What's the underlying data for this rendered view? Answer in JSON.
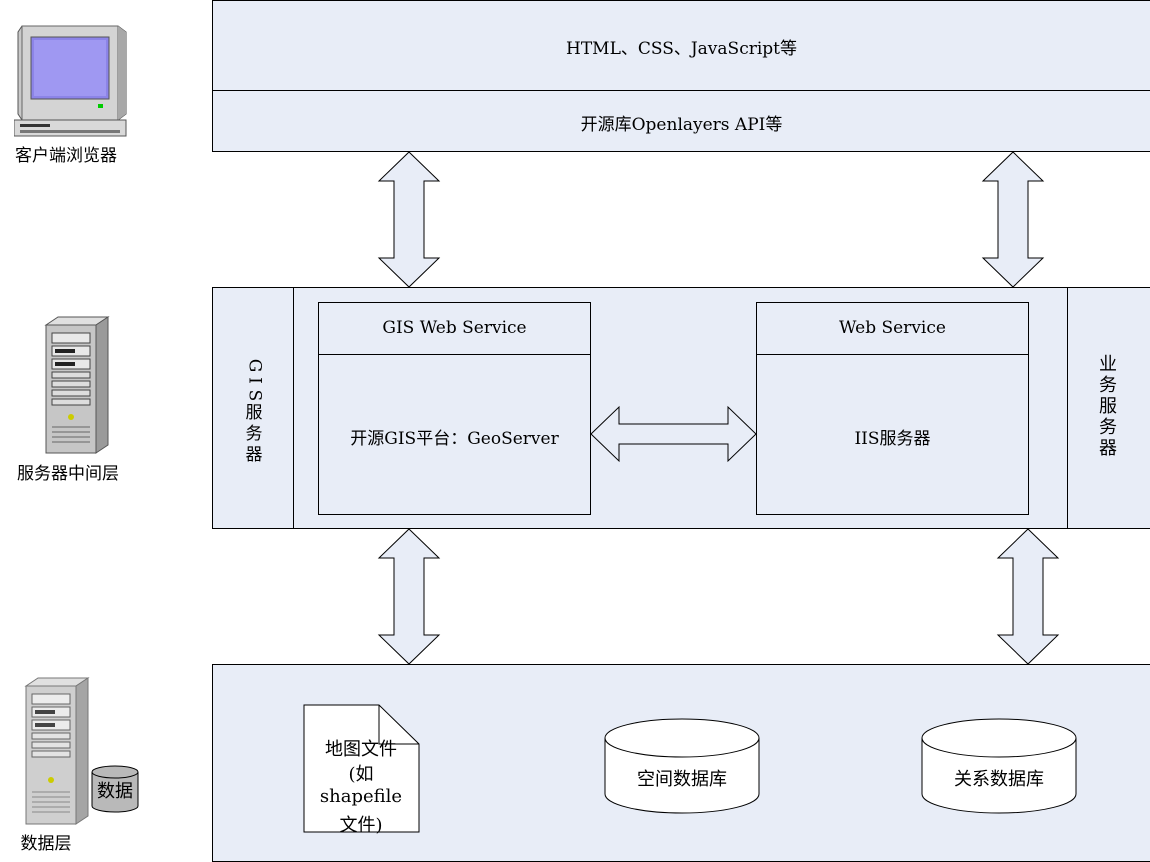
{
  "client_tier": {
    "label": "客户端浏览器",
    "row_top": "HTML、CSS、JavaScript等",
    "row_bottom": "开源库Openlayers API等"
  },
  "server_tier": {
    "label": "服务器中间层",
    "left_side": [
      "G",
      "I",
      "S",
      "服",
      "务",
      "器"
    ],
    "right_side": [
      "业",
      "务",
      "服",
      "务",
      "器"
    ],
    "gis_box": {
      "title": "GIS Web Service",
      "body": "开源GIS平台：GeoServer"
    },
    "web_box": {
      "title": "Web Service",
      "body": "IIS服务器"
    }
  },
  "data_tier": {
    "label": "数据层",
    "db_icon_text": "数据",
    "file": [
      "地图文件",
      "(如",
      "shapefile",
      "文件)"
    ],
    "spatial_db": "空间数据库",
    "relational_db": "关系数据库"
  },
  "colors": {
    "box_fill": "#e8edf7",
    "arrow_fill": "#e8edf7",
    "stroke": "#000000"
  }
}
